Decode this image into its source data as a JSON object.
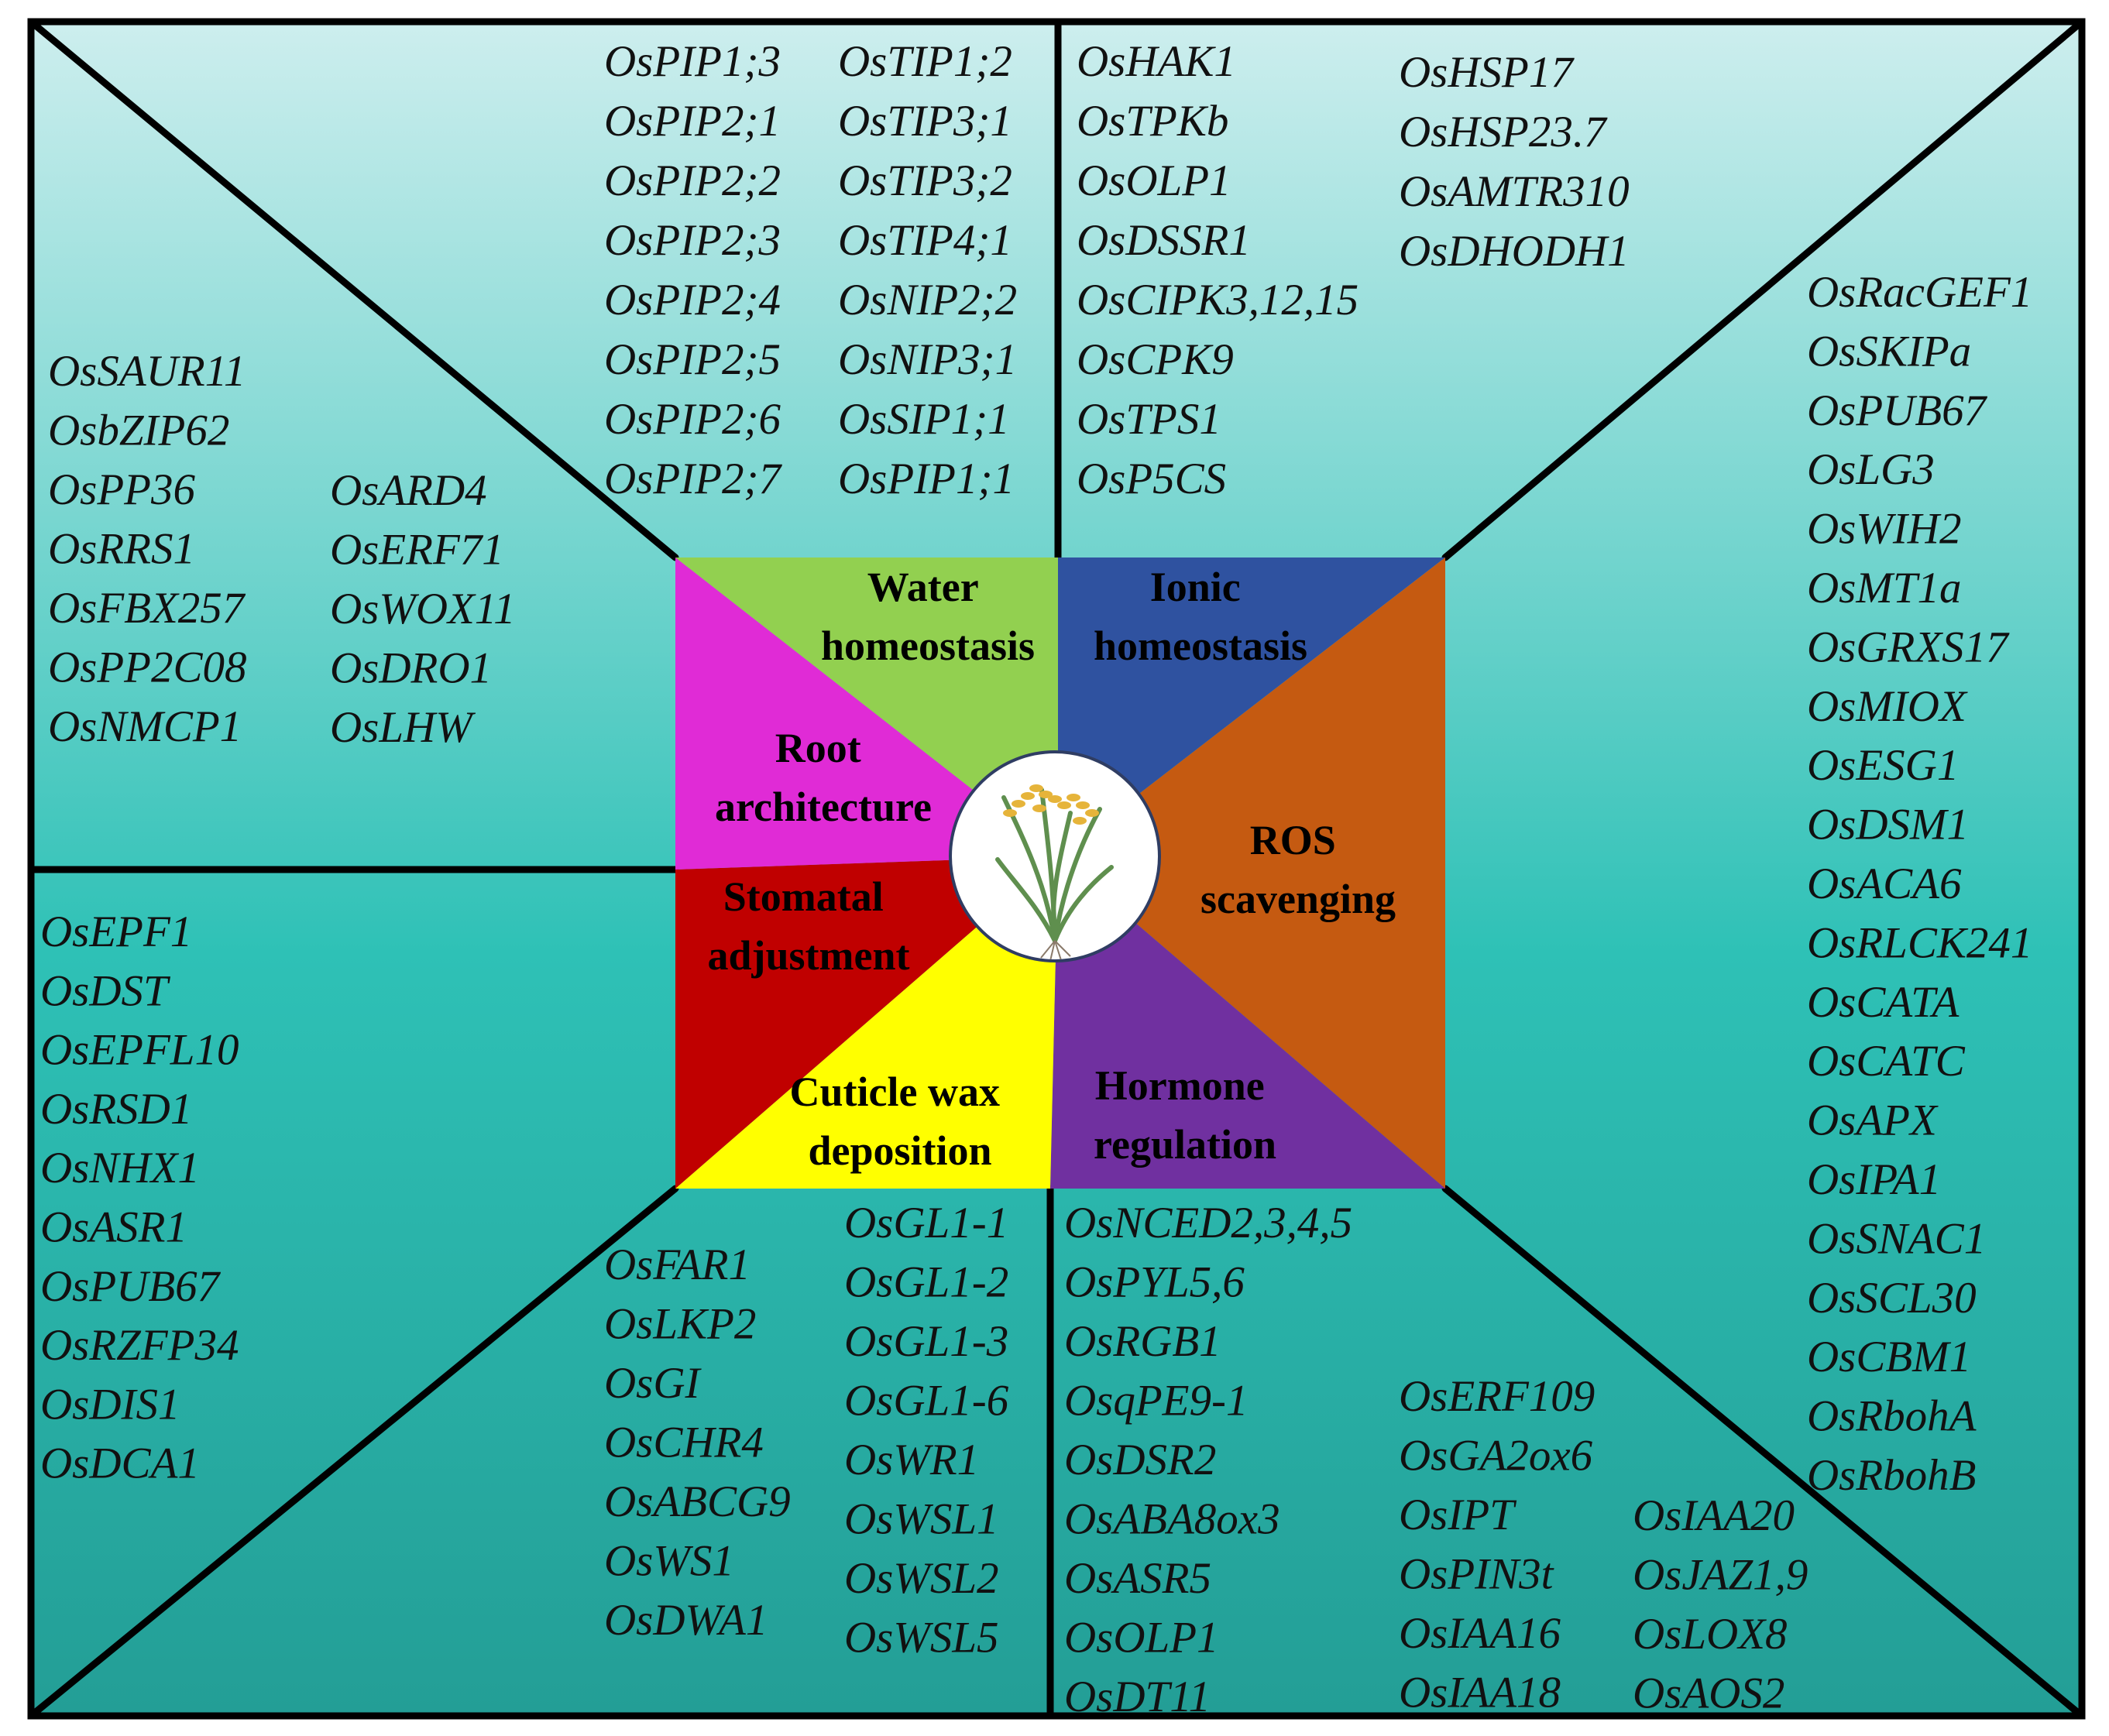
{
  "categories": {
    "water": {
      "line1": "Water",
      "line2": "homeostasis",
      "color": "#92d050"
    },
    "ionic": {
      "line1": "Ionic",
      "line2": "homeostasis",
      "color": "#2f52a0"
    },
    "ros": {
      "line1": "ROS",
      "line2": "scavenging",
      "color": "#c55a11"
    },
    "hormone": {
      "line1": "Hormone",
      "line2": "regulation",
      "color": "#7030a0"
    },
    "cuticle": {
      "line1": "Cuticle wax",
      "line2": "deposition",
      "color": "#ffff00"
    },
    "stomatal": {
      "line1": "Stomatal",
      "line2": "adjustment",
      "color": "#c00000"
    },
    "root": {
      "line1": "Root",
      "line2": "architecture",
      "color": "#e02bd6"
    }
  },
  "center_icon": "rice-plant-icon",
  "background": {
    "top": "#cdeeee",
    "middle": "#2ec1b6",
    "bottom": "#239e96"
  },
  "gene_lists": {
    "water_col1": [
      "OsPIP1;3",
      "OsPIP2;1",
      "OsPIP2;2",
      "OsPIP2;3",
      "OsPIP2;4",
      "OsPIP2;5",
      "OsPIP2;6",
      "OsPIP2;7"
    ],
    "water_col2": [
      "OsTIP1;2",
      "OsTIP3;1",
      "OsTIP3;2",
      "OsTIP4;1",
      "OsNIP2;2",
      "OsNIP3;1",
      "OsSIP1;1",
      "OsPIP1;1"
    ],
    "ionic_col1": [
      "OsHAK1",
      "OsTPKb",
      "OsOLP1",
      "OsDSSR1",
      "OsCIPK3,12,15",
      "OsCPK9",
      "OsTPS1",
      "OsP5CS"
    ],
    "ionic_col2": [
      "OsHSP17",
      "OsHSP23.7",
      "OsAMTR310",
      "OsDHODH1"
    ],
    "ros": [
      "OsRacGEF1",
      "OsSKIPa",
      "OsPUB67",
      "OsLG3",
      "OsWIH2",
      "OsMT1a",
      "OsGRXS17",
      "OsMIOX",
      "OsESG1",
      "OsDSM1",
      "OsACA6",
      "OsRLCK241",
      "OsCATA",
      "OsCATC",
      "OsAPX",
      "OsIPA1",
      "OsSNAC1",
      "OsSCL30",
      "OsCBM1",
      "OsRbohA",
      "OsRbohB"
    ],
    "root_col1": [
      "OsSAUR11",
      "OsbZIP62",
      "OsPP36",
      "OsRRS1",
      "OsFBX257",
      "OsPP2C08",
      "OsNMCP1"
    ],
    "root_col2": [
      "OsARD4",
      "OsERF71",
      "OsWOX11",
      "OsDRO1",
      "OsLHW"
    ],
    "stomatal": [
      "OsEPF1",
      "OsDST",
      "OsEPFL10",
      "OsRSD1",
      "OsNHX1",
      "OsASR1",
      "OsPUB67",
      "OsRZFP34",
      "OsDIS1",
      "OsDCA1"
    ],
    "cuticle_col1": [
      "OsFAR1",
      "OsLKP2",
      "OsGI",
      "OsCHR4",
      "OsABCG9",
      "OsWS1",
      "OsDWA1"
    ],
    "cuticle_col2": [
      "OsGL1-1",
      "OsGL1-2",
      "OsGL1-3",
      "OsGL1-6",
      "OsWR1",
      "OsWSL1",
      "OsWSL2",
      "OsWSL5"
    ],
    "hormone_col1": [
      "OsNCED2,3,4,5",
      "OsPYL5,6",
      "OsRGB1",
      "OsqPE9-1",
      "OsDSR2",
      "OsABA8ox3",
      "OsASR5",
      "OsOLP1",
      "OsDT11"
    ],
    "hormone_col2": [
      "OsERF109",
      "OsGA2ox6",
      "OsIPT",
      "OsPIN3t",
      "OsIAA16",
      "OsIAA18"
    ],
    "hormone_col3": [
      "OsIAA20",
      "OsJAZ1,9",
      "OsLOX8",
      "OsAOS2"
    ]
  }
}
